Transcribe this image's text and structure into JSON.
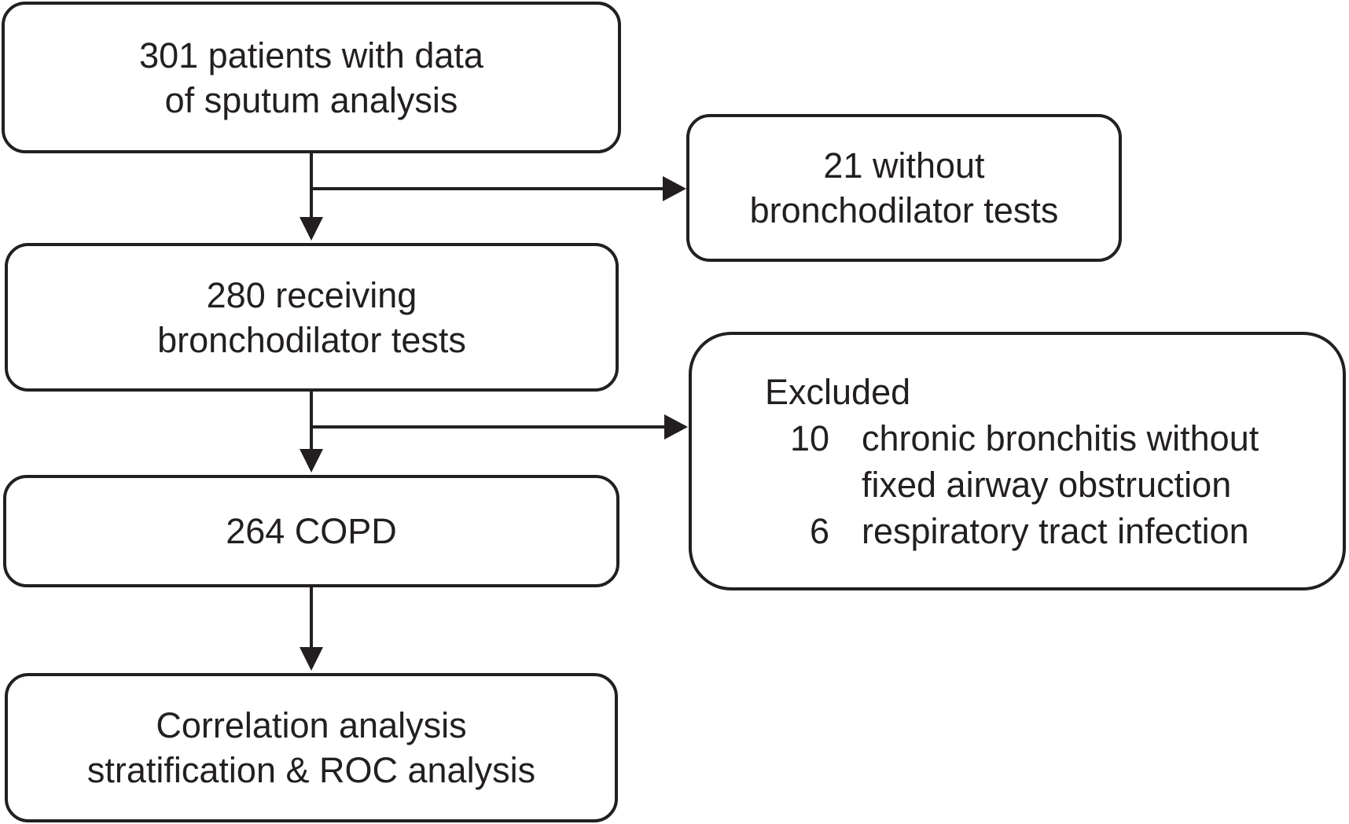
{
  "boxes": {
    "start": {
      "lines": [
        "301 patients with data",
        "of sputum analysis"
      ]
    },
    "no_bronchodilator": {
      "lines": [
        "21 without",
        "bronchodilator tests"
      ]
    },
    "receiving": {
      "lines": [
        "280 receiving",
        "bronchodilator tests"
      ]
    },
    "copd": {
      "lines": [
        "264 COPD"
      ]
    },
    "analysis": {
      "lines": [
        "Correlation analysis",
        "stratification & ROC analysis"
      ]
    }
  },
  "excluded": {
    "title": "Excluded",
    "items": [
      {
        "count": "10",
        "reason_lines": [
          "chronic bronchitis without",
          "fixed airway obstruction"
        ]
      },
      {
        "count": "6",
        "reason_lines": [
          "respiratory tract infection"
        ]
      }
    ]
  },
  "colors": {
    "stroke": "#231f20",
    "background": "#ffffff"
  }
}
